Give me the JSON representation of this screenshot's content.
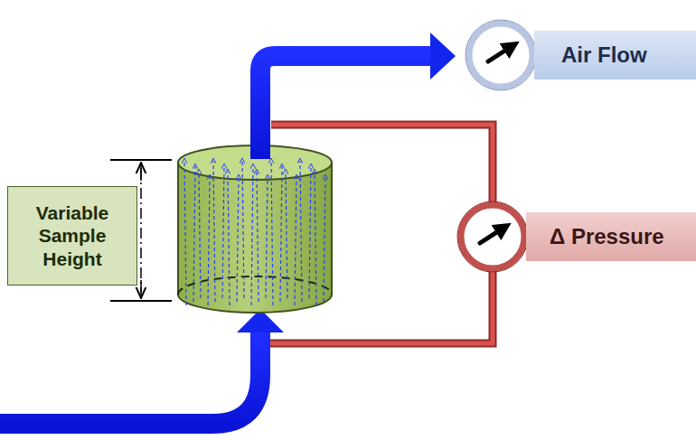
{
  "diagram": {
    "nodes": [
      {
        "text": [
          "Variable Sample Height"
        ]
      },
      {
        "text": [
          "Air Flow"
        ]
      },
      {
        "text": [
          "Δ Pressure"
        ]
      }
    ]
  }
}
